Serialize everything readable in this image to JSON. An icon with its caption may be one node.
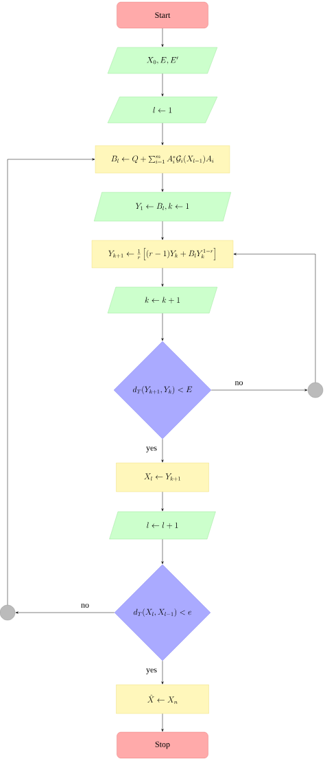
{
  "diagram": {
    "nodes": [
      {
        "text": [
          "Start"
        ]
      },
      {
        "text": [
          "X_0, E, E'"
        ]
      },
      {
        "text": [
          "l \\leftarrow 1"
        ]
      },
      {
        "text": [
          "B_l \\leftarrow Q + \\sum_{i=1}^{m} A_i^{*} \\mathcal{G}_i(X_{l-1}) A_i"
        ]
      },
      {
        "text": [
          "Y_1 \\leftarrow B_l, k \\leftarrow 1"
        ]
      },
      {
        "text": [
          "Y_{k+1} \\leftarrow \\frac{1}{r}\\left[(r-1)Y_k + B_l Y_k^{1-r}\\right]"
        ]
      },
      {
        "text": [
          "k \\leftarrow k+1"
        ]
      },
      {
        "text": [
          "d_T(Y_{k+1}, Y_k) < E"
        ]
      },
      {
        "text": [],
        "shape": "circle"
      },
      {
        "text": [
          "X_l \\leftarrow Y_{k+1}"
        ]
      },
      {
        "text": [
          "l \\leftarrow l+1"
        ]
      },
      {
        "text": [
          "d_T(X_l, X_{l-1}) < e"
        ]
      },
      {
        "text": [],
        "shape": "circle"
      },
      {
        "text": [
          "\\hat{X} \\leftarrow X_n"
        ]
      },
      {
        "text": [
          "Stop"
        ]
      }
    ],
    "edges": [
      {
        "from": 0,
        "to": 1,
        "arrow": "to"
      },
      {
        "from": 1,
        "to": 2,
        "arrow": "to"
      },
      {
        "from": 2,
        "to": 3,
        "arrow": "to"
      },
      {
        "from": 3,
        "to": 4,
        "arrow": "to"
      },
      {
        "from": 4,
        "to": 5,
        "arrow": "to"
      },
      {
        "from": 5,
        "to": 6,
        "arrow": "to"
      },
      {
        "from": 6,
        "to": 7,
        "arrow": "to"
      },
      {
        "from": 7,
        "to": 8,
        "arrow": "to",
        "label": "no"
      },
      {
        "from": 8,
        "to": 5,
        "arrow": "to"
      },
      {
        "from": 7,
        "to": 9,
        "arrow": "to",
        "label": "yes"
      },
      {
        "from": 9,
        "to": 10,
        "arrow": "to"
      },
      {
        "from": 10,
        "to": 11,
        "arrow": "to"
      },
      {
        "from": 11,
        "to": 12,
        "arrow": "to",
        "label": "no"
      },
      {
        "from": 12,
        "to": 3,
        "arrow": "to"
      },
      {
        "from": 11,
        "to": 13,
        "arrow": "to",
        "label": "yes"
      },
      {
        "from": 13,
        "to": 14,
        "arrow": "to"
      }
    ]
  }
}
